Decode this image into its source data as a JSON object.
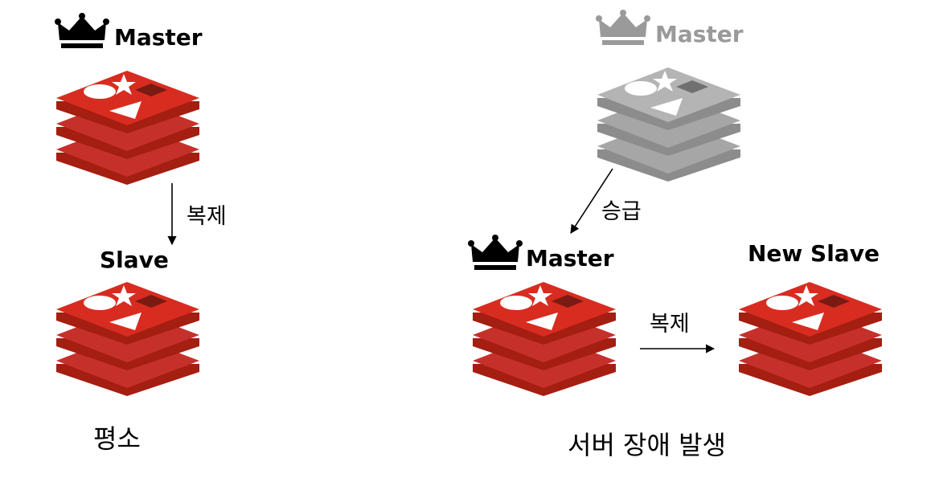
{
  "colors": {
    "active_label": "#000000",
    "inactive_label": "#9a9a9a",
    "redis_front": "#c6302b",
    "redis_side": "#a41e11",
    "redis_top": "#d82c20",
    "redis_shadow": "#7a1a12",
    "failed_front": "#a6a6a6",
    "failed_side": "#8c8c8c",
    "failed_top": "#b4b4b4",
    "failed_shadow": "#707070"
  },
  "normal": {
    "master": {
      "label": "Master",
      "crown_icon": "crown-icon",
      "server_icon": "redis-logo-icon"
    },
    "replicate_label": "복제",
    "slave": {
      "label": "Slave",
      "server_icon": "redis-logo-icon"
    },
    "caption": "평소"
  },
  "failure": {
    "old_master": {
      "label": "Master",
      "crown_icon": "crown-icon",
      "server_icon": "redis-logo-icon",
      "state": "failed"
    },
    "promote_label": "승급",
    "new_master": {
      "label": "Master",
      "crown_icon": "crown-icon",
      "server_icon": "redis-logo-icon"
    },
    "replicate_label": "복제",
    "new_slave": {
      "label": "New Slave",
      "server_icon": "redis-logo-icon"
    },
    "caption": "서버 장애 발생"
  }
}
